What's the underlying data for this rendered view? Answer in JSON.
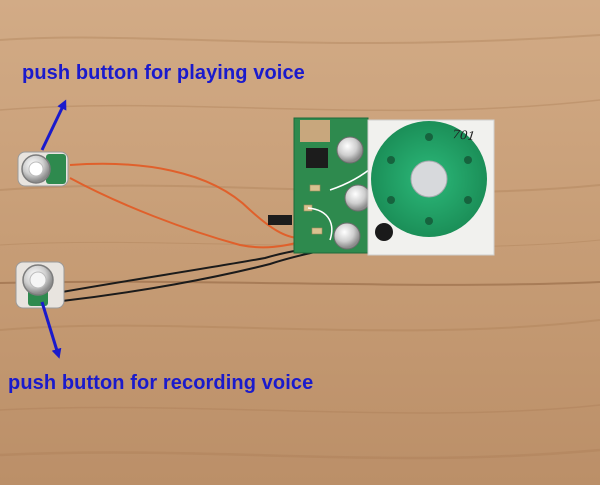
{
  "image": {
    "type": "photograph",
    "subject": "voice recording module",
    "background": "wooden table"
  },
  "labels": {
    "playing": "push button for playing voice",
    "recording": "push button for recording voice"
  },
  "handwritten_mark": "701",
  "colors": {
    "label_text": "#1a1acc",
    "arrow": "#1a1acc",
    "pcb": "#2e8a4e",
    "speaker": "#23a56a",
    "orange_wire": "#e0602b",
    "black_wire": "#1b1b1b",
    "wood": "#c9a079"
  },
  "icons": {
    "play_arrow": "arrow-up-right",
    "record_arrow": "arrow-down"
  }
}
